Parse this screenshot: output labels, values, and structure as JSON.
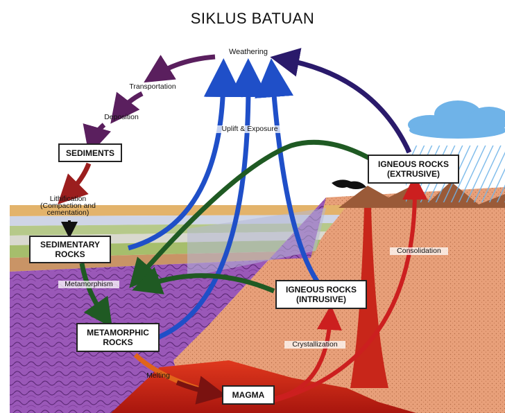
{
  "title": "SIKLUS BATUAN",
  "labels": {
    "weathering": "Weathering",
    "transportation": "Transportation",
    "deposition": "Deposition",
    "uplift": "Uplift & Exposure",
    "lithification": "Lithification\n(Compaction and\ncementation)",
    "metamorphism": "Metamorphism",
    "melting": "Melting",
    "crystallization": "Crystallization",
    "consolidation": "Consolidation"
  },
  "boxes": {
    "sediments": "SEDIMENTS",
    "sedimentary": "SEDIMENTARY\nROCKS",
    "metamorphic": "METAMORPHIC\nROCKS",
    "igneous_extrusive": "IGNEOUS ROCKS\n(EXTRUSIVE)",
    "igneous_intrusive": "IGNEOUS ROCKS\n(INTRUSIVE)",
    "magma": "MAGMA"
  },
  "colors": {
    "surface_processes": "#5a1f5e",
    "uplift": "#1f4fc8",
    "lithification": "#9b1e1e",
    "metamorphism": "#1f5a23",
    "igneous": "#cc1f1f",
    "melting": "#e0641a",
    "extrusive_weathering": "#2a1a6b",
    "metamorphic_rock": "#8a4aa8",
    "crust": "#e9a27a",
    "magma": "#d92a1a",
    "rain_cloud": "#6fb3e8"
  }
}
